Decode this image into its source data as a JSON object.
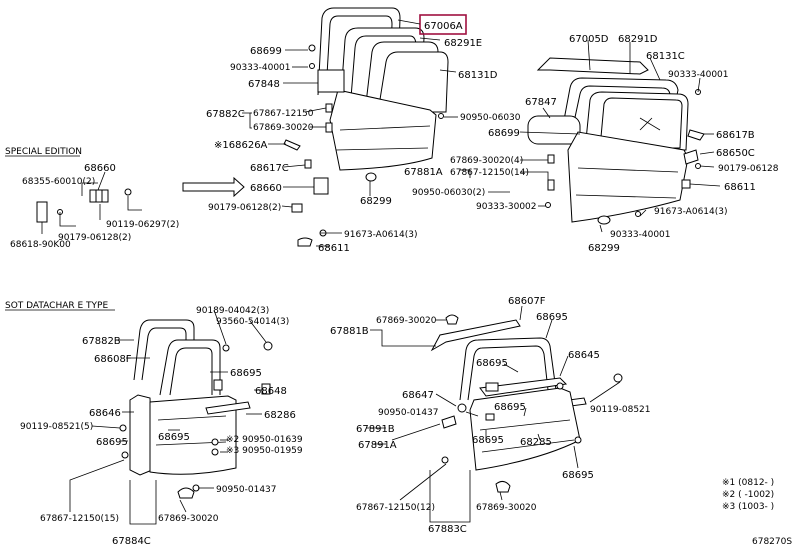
{
  "labels": {
    "l67006A": "67006A",
    "l68291E": "68291E",
    "l68699a": "68699",
    "l90333a": "90333-40001",
    "l67848": "67848",
    "l67882C": "67882C",
    "l67867a": "67867-12150",
    "l67869a": "67869-30020",
    "l168626A": "※168626A",
    "l68617C": "68617C",
    "l68660a": "68660",
    "l90179a": "90179-06128(2)",
    "l68299a": "68299",
    "l91673a": "91673-A0614(3)",
    "l68611a": "68611",
    "l68131Da": "68131D",
    "l90950a": "90950-06030",
    "l67005D": "67005D",
    "l68291D": "68291D",
    "l68131C": "68131C",
    "l90333b": "90333-40001",
    "l67847": "67847",
    "l68699b": "68699",
    "l68617B": "68617B",
    "l68650C": "68650C",
    "l90179b": "90179-06128",
    "l68611b": "68611",
    "l67869b": "67869-30020(4)",
    "l67867b": "67867-12150(14)",
    "l67881A": "67881A",
    "l90950b": "90950-06030(2)",
    "l90333c": "90333-30002",
    "l91673b": "91673-A0614(3)",
    "l90333d": "90333-40001",
    "l68299b": "68299",
    "special": "SPECIAL EDITION",
    "l68660b": "68660",
    "l68355": "68355-60010(2)",
    "l90119a": "90119-06297(2)",
    "l90179c": "90179-06128(2)",
    "l68618": "68618-90K00",
    "sot": "SOT DATACHAR E TYPE",
    "l90189": "90189-04042(3)",
    "l93560": "93560-54014(3)",
    "l67882B": "67882B",
    "l68608F": "68608F",
    "l68695a": "68695",
    "l68648": "68648",
    "l68646": "68646",
    "l68286": "68286",
    "l90119b": "90119-08521(5)",
    "l68695b": "68695",
    "l68695c": "68695",
    "l90950c": "※2 90950-01639",
    "l90950d": "※3 90950-01959",
    "l90950e": "90950-01437",
    "l67867c": "67867-12150(15)",
    "l67869c": "67869-30020",
    "l67884C": "67884C",
    "l67881B": "67881B",
    "l67869d": "67869-30020",
    "l68607F": "68607F",
    "l68695d": "68695",
    "l68695e": "68695",
    "l68645": "68645",
    "l68647": "68647",
    "l90950f": "90950-01437",
    "l68695f": "68695",
    "l90119c": "90119-08521",
    "l67891B": "67891B",
    "l68695g": "68695",
    "l68285": "68285",
    "l67891A": "67891A",
    "l68695h": "68695",
    "l67867d": "67867-12150(12)",
    "l67869e": "67869-30020",
    "l67883C": "67883C",
    "note1": "※1 (0812-    )",
    "note2": "※2 (    -1002)",
    "note3": "※3 (1003-    )",
    "fig": "678270S"
  },
  "colors": {
    "highlight": "#a01040",
    "ink": "#000000"
  }
}
